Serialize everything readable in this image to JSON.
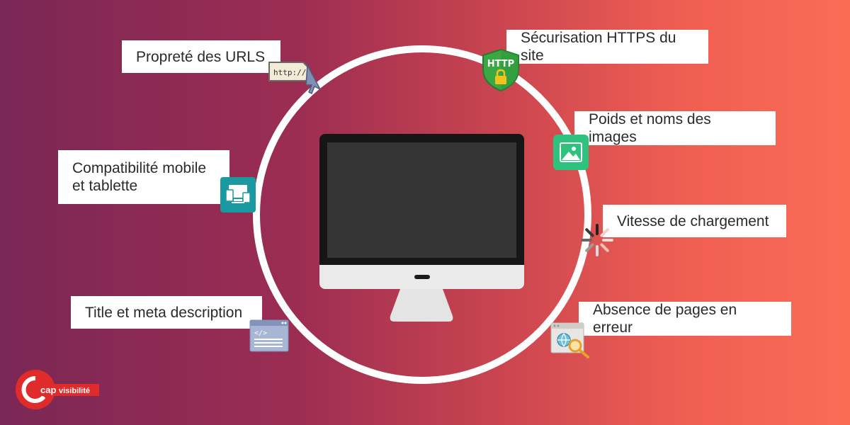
{
  "center": {
    "device": "desktop-monitor"
  },
  "features": [
    {
      "id": "urls",
      "text": "Propreté des URLS",
      "icon": "url-bar-cursor-icon"
    },
    {
      "id": "https",
      "text": "Sécurisation HTTPS du site",
      "icon": "shield-lock-icon"
    },
    {
      "id": "images",
      "text": "Poids et noms des images",
      "icon": "image-icon"
    },
    {
      "id": "mobile",
      "lines": [
        "Compatibilité mobile",
        "et tablette"
      ],
      "icon": "devices-icon"
    },
    {
      "id": "speed",
      "text": "Vitesse de chargement",
      "icon": "spinner-icon"
    },
    {
      "id": "meta",
      "text": "Title et meta description",
      "icon": "code-window-icon"
    },
    {
      "id": "errors",
      "text": "Absence de pages en erreur",
      "icon": "browser-search-icon"
    }
  ],
  "icons": {
    "url_text": "http://",
    "shield_text": "HTTP",
    "code_text": "</>"
  },
  "logo": {
    "brand": "cap",
    "tagline": "visibilité"
  },
  "colors": {
    "background_left": "#7a2755",
    "background_right": "#fb6c56",
    "ring": "#ffffff",
    "shield": "#3aa845",
    "image_icon": "#2fc27e",
    "devices_icon": "#1a9aa0",
    "logo_red": "#e02b2b"
  }
}
